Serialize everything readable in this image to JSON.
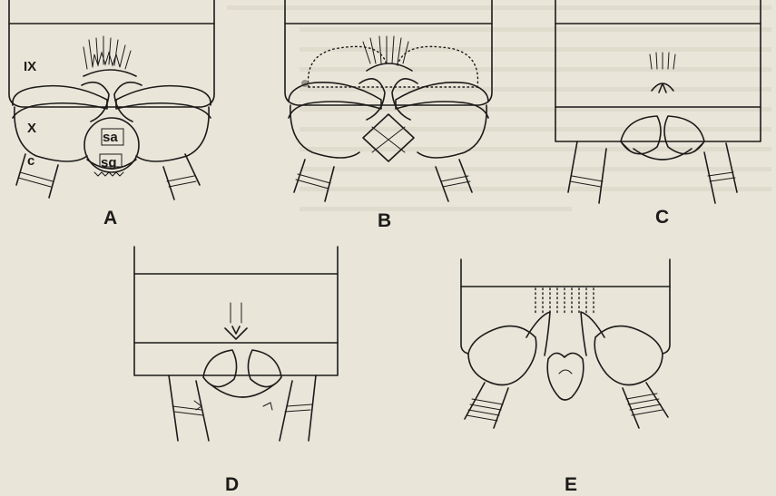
{
  "panels": [
    {
      "id": "A",
      "label": "A"
    },
    {
      "id": "B",
      "label": "B"
    },
    {
      "id": "C",
      "label": "C"
    },
    {
      "id": "D",
      "label": "D"
    },
    {
      "id": "E",
      "label": "E"
    }
  ],
  "segment_labels": {
    "ix": "IX",
    "x": "X",
    "sa": "sa",
    "c": "c",
    "sg": "sg"
  },
  "colors": {
    "paper": "#e9e5d9",
    "ink": "#1c1b19"
  }
}
